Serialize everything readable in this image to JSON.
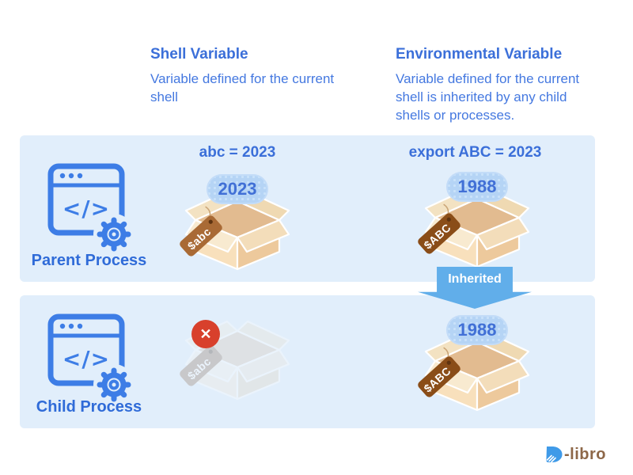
{
  "columns": {
    "shell": {
      "title": "Shell Variable",
      "description": "Variable defined for the current shell",
      "example": "abc = 2023"
    },
    "environment": {
      "title": "Environmental Variable",
      "description": "Variable defined for the current shell is inherited by any child shells or processes.",
      "example": "export ABC = 2023"
    }
  },
  "rows": {
    "parent": {
      "label": "Parent Process"
    },
    "child": {
      "label": "Child Process"
    }
  },
  "boxes": {
    "parent_shell": {
      "value": "2023",
      "tag": "$abc"
    },
    "parent_env": {
      "value": "1988",
      "tag": "$ABC"
    },
    "child_shell": {
      "tag": "$abc",
      "blocked": true
    },
    "child_env": {
      "value": "1988",
      "tag": "$ABC"
    }
  },
  "arrow": {
    "label": "Inherited"
  },
  "icons": {
    "code_glyph": "</>",
    "blocked_glyph": "✕"
  },
  "logo": {
    "brand": "-libro"
  },
  "colors": {
    "accent_blue": "#3b6fd9",
    "panel_bg": "#e1eefb",
    "icon_blue": "#3d7de6",
    "arrow_blue": "#61aeea",
    "pill_bg": "#b5d4f5",
    "pill_text": "#4170d6",
    "tag_brown": "#a96a35",
    "tag_brown_dark": "#8a4d18",
    "blocked_red": "#d8402c",
    "logo_brown": "#8d6748",
    "logo_blue": "#3f9ae8"
  }
}
